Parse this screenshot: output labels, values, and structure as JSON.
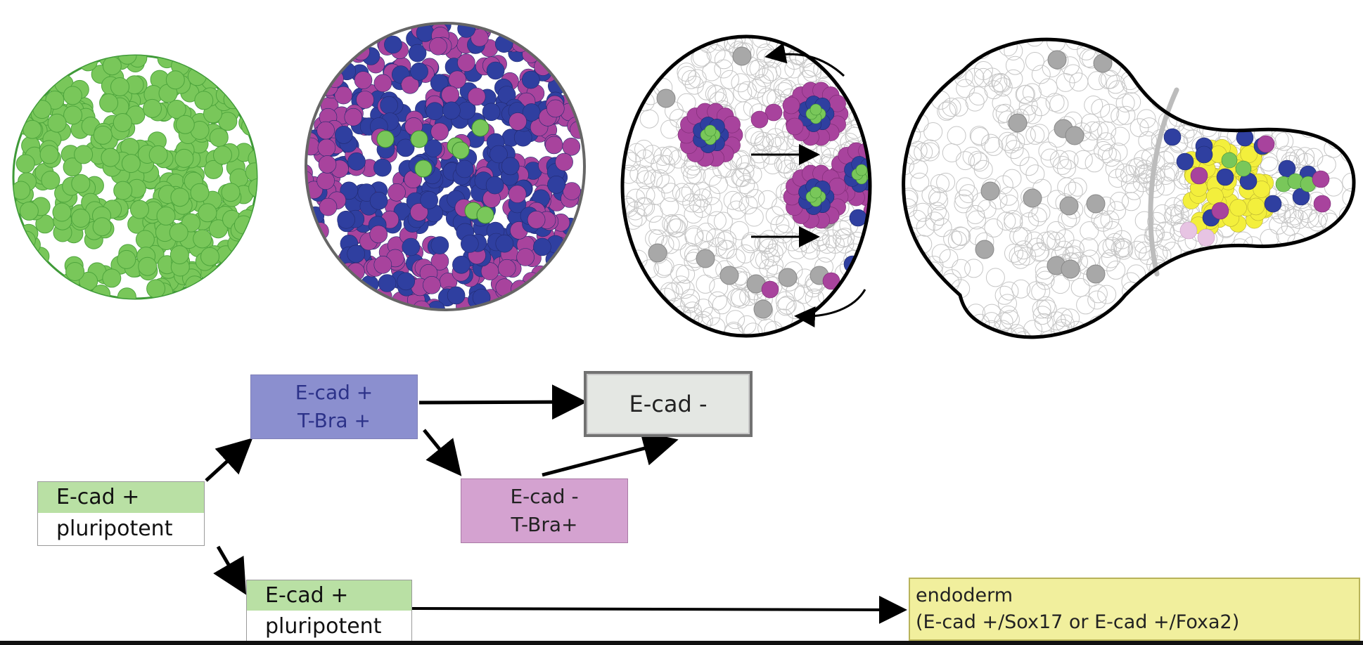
{
  "colors": {
    "green": "#79c75a",
    "blue": "#2f3fa0",
    "magenta": "#a8439d",
    "gray": "#a8a8a8",
    "yellow": "#f3ef3c",
    "outline_gray": "#666666",
    "box_blue": "#8b8fcf",
    "box_blue_text": "#2c3289",
    "box_gray": "#e4e7e3",
    "box_pink": "#d4a2d0",
    "box_green": "#b9e0a4",
    "box_yellow": "#f1ef9d"
  },
  "boxes": {
    "ecad_pos_pluripotent_top": {
      "line1": "E-cad +",
      "line2": "pluripotent"
    },
    "ecad_pos_tbra_pos": {
      "line1": "E-cad +",
      "line2": "T-Bra +"
    },
    "ecad_neg": {
      "line1": "E-cad -"
    },
    "ecad_neg_tbra_pos": {
      "line1": "E-cad -",
      "line2": "T-Bra+"
    },
    "ecad_pos_pluripotent_bottom": {
      "line1": "E-cad +",
      "line2": "pluripotent"
    },
    "endoderm": {
      "line1": "endoderm",
      "line2": "(E-cad +/Sox17 or E-cad +/Foxa2)"
    }
  },
  "stages": [
    "stage-1",
    "stage-2",
    "stage-3",
    "stage-4"
  ]
}
